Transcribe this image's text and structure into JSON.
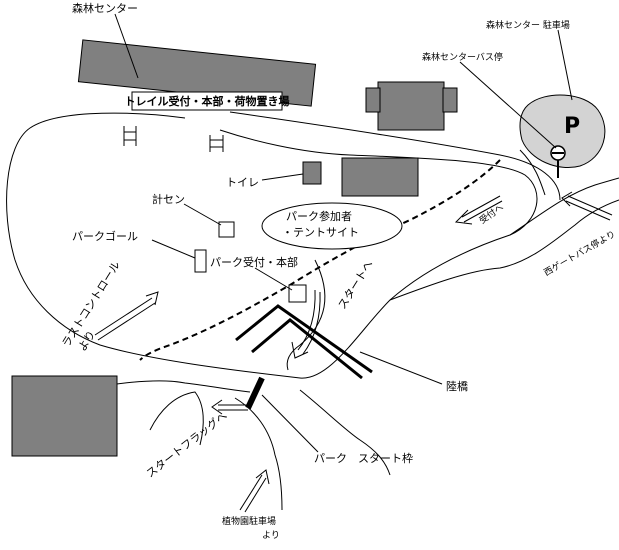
{
  "labels": {
    "forest_center": "森林センター",
    "trail_reception": "トレイル受付・本部・荷物置き場",
    "forest_center_parking": "森林センター 駐車場",
    "forest_center_bus_stop": "森林センターバス停",
    "parking_symbol": "P",
    "toilet": "トイレ",
    "timer_center": "計セン",
    "park_goal": "パークゴール",
    "park_participants_line1": "パーク参加者",
    "park_participants_line2": "・テントサイト",
    "to_reception": "受付へ",
    "from_west_gate_bus_stop": "西ゲートバス停より",
    "park_reception": "パーク受付・本部",
    "to_start": "スタートへ",
    "last_control_line1": "ラストコントロール",
    "last_control_line2": "より",
    "footbridge": "陸橋",
    "to_start_flag": "スタートフラッグへ",
    "park_start_frame": "パーク　スタート枠",
    "from_botanical_garden_line1": "植物園駐車場",
    "from_botanical_garden_line2": "より"
  }
}
